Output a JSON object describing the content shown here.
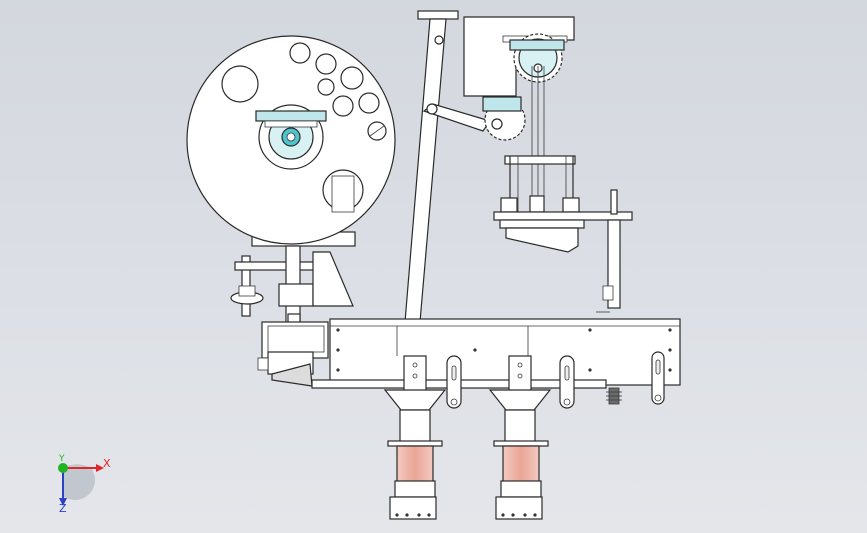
{
  "viewport": {
    "background_top": "#d3d7de",
    "background_bottom": "#e4e6ea"
  },
  "drawing": {
    "line_color": "#2a2a2a",
    "part_fill": "#ffffff",
    "accent_cyan": "#bfe6ea",
    "accent_pink": "#f0b9ae"
  },
  "triad": {
    "x_label": "X",
    "y_label": "Y",
    "z_label": "Z",
    "x_color": "#e0262a",
    "y_color": "#1fb51f",
    "z_color": "#2b3fc8"
  }
}
